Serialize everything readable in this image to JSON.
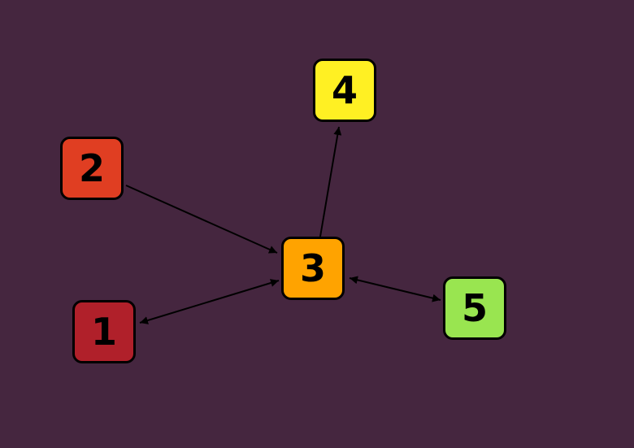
{
  "nodes": [
    {
      "id": "1",
      "label": "1",
      "color": "#b0202a"
    },
    {
      "id": "2",
      "label": "2",
      "color": "#e03e22"
    },
    {
      "id": "3",
      "label": "3",
      "color": "#ffa300"
    },
    {
      "id": "4",
      "label": "4",
      "color": "#fff023"
    },
    {
      "id": "5",
      "label": "5",
      "color": "#99e550"
    }
  ],
  "edges": [
    {
      "from": "2",
      "to": "3",
      "direction": "forward"
    },
    {
      "from": "3",
      "to": "4",
      "direction": "forward"
    },
    {
      "from": "1",
      "to": "3",
      "direction": "both"
    },
    {
      "from": "3",
      "to": "5",
      "direction": "both"
    }
  ],
  "colors": {
    "background": "#45263f",
    "edge": "#000000",
    "node_border": "#000000"
  }
}
